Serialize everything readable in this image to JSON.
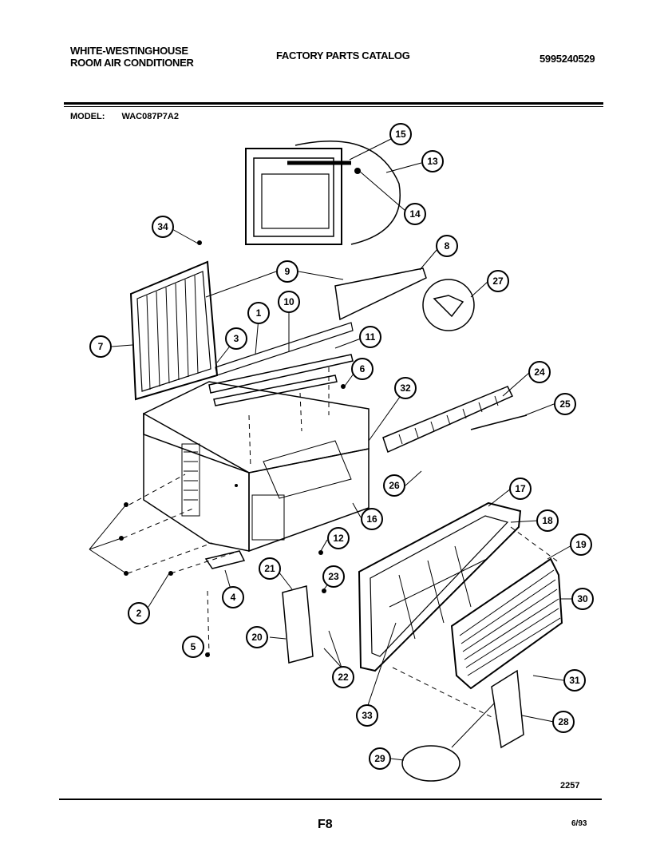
{
  "header": {
    "brand_line1": "WHITE-WESTINGHOUSE",
    "brand_line2": "ROOM AIR CONDITIONER",
    "catalog": "FACTORY PARTS CATALOG",
    "part_number": "5995240529"
  },
  "model": {
    "label": "MODEL:",
    "value": "WAC087P7A2"
  },
  "callouts": [
    "15",
    "13",
    "14",
    "34",
    "8",
    "9",
    "27",
    "1",
    "10",
    "7",
    "3",
    "11",
    "6",
    "32",
    "24",
    "25",
    "26",
    "17",
    "18",
    "16",
    "12",
    "21",
    "23",
    "19",
    "30",
    "2",
    "4",
    "5",
    "20",
    "22",
    "31",
    "33",
    "28",
    "29"
  ],
  "footer": {
    "code": "2257",
    "page": "F8",
    "date": "6/93"
  }
}
